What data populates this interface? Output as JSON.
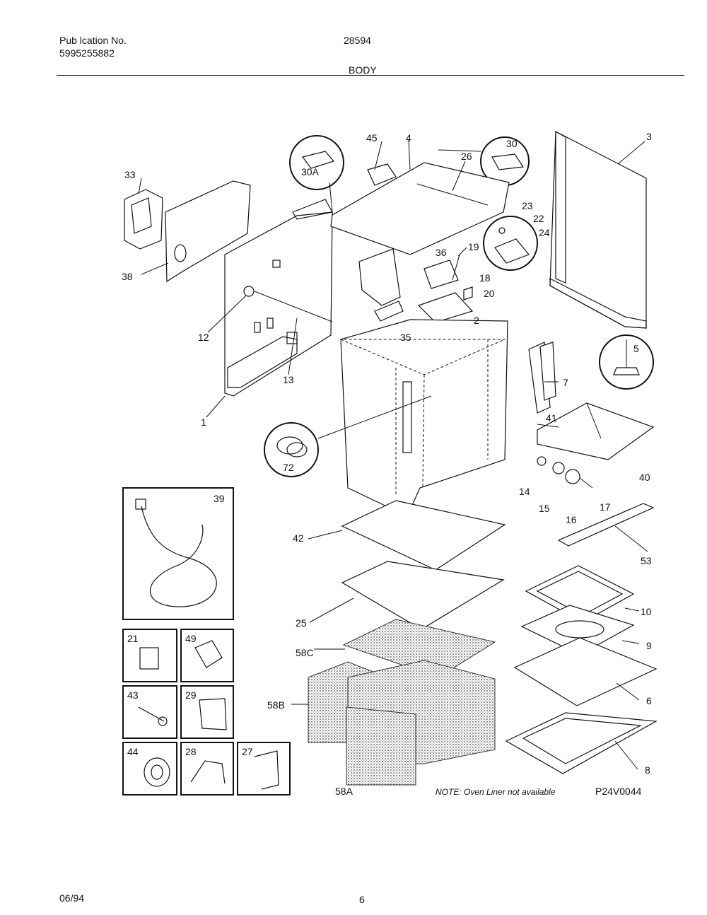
{
  "header": {
    "publication_label": "Pub lcation No.",
    "publication_number": "5995255882",
    "model": "28594",
    "section_title": "BODY"
  },
  "footer": {
    "date": "06/94",
    "page_number": "6"
  },
  "diagram": {
    "code": "P24V0044",
    "note": "NOTE: Oven Liner not available",
    "callouts": {
      "c1": "1",
      "c2": "2",
      "c3": "3",
      "c4": "4",
      "c5": "5",
      "c6": "6",
      "c7": "7",
      "c8": "8",
      "c9": "9",
      "c10": "10",
      "c12": "12",
      "c13": "13",
      "c14": "14",
      "c15": "15",
      "c16": "16",
      "c17": "17",
      "c18": "18",
      "c19": "19",
      "c20": "20",
      "c21": "21",
      "c22": "22",
      "c23": "23",
      "c24": "24",
      "c25": "25",
      "c26": "26",
      "c27": "27",
      "c28": "28",
      "c29": "29",
      "c30": "30",
      "c30a": "30A",
      "c33": "33",
      "c35": "35",
      "c36": "36",
      "c38": "38",
      "c39": "39",
      "c40": "40",
      "c41": "41",
      "c42": "42",
      "c43": "43",
      "c44": "44",
      "c45": "45",
      "c49": "49",
      "c53": "53",
      "c58a": "58A",
      "c58b": "58B",
      "c58c": "58C",
      "c72": "72"
    }
  }
}
